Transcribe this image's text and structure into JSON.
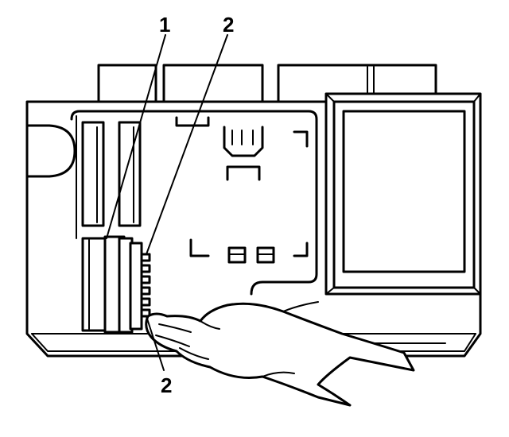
{
  "callouts": {
    "top_left": "1",
    "top_right": "2",
    "bottom": "2"
  },
  "colors": {
    "ink": "#000000",
    "paper": "#ffffff"
  }
}
